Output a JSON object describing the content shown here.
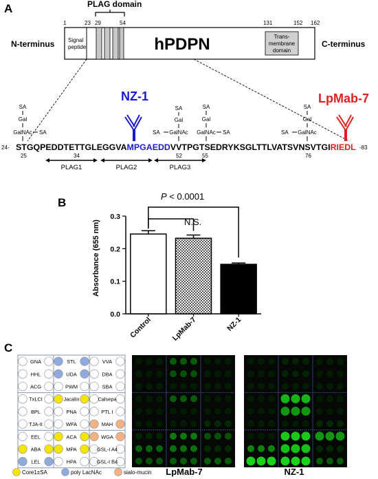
{
  "panelA": {
    "label": "A",
    "plag_domain": "PLAG domain",
    "n_terminus": "N-terminus",
    "c_terminus": "C-terminus",
    "protein": "hPDPN",
    "signal_peptide": [
      "Signal",
      "peptide"
    ],
    "tm_domain": [
      "Trans-",
      "membrane",
      "domain"
    ],
    "positions": [
      "1",
      "23",
      "29",
      "54",
      "131",
      "152",
      "162"
    ],
    "antibody_left": "NZ-1",
    "antibody_right": "LpMab-7",
    "seq_start": "24-",
    "seq_end": "-83",
    "sequence_parts": [
      {
        "text": "STGQPEDDTETTGLEGGVA",
        "color": "#000000"
      },
      {
        "text": "MPGAEDD",
        "color": "#1a1acc"
      },
      {
        "text": "VVTPGTSEDRYKSGLTTLVATSVNSVTGI",
        "color": "#000000"
      },
      {
        "text": "RIEDL",
        "color": "#e02020"
      }
    ],
    "site_numbers": [
      "25",
      "34",
      "52",
      "55",
      "76"
    ],
    "glycan_labels": {
      "sa": "SA",
      "gal": "Gal",
      "galnac": "GalNAc"
    },
    "plag_labels": [
      "PLAG1",
      "PLAG2",
      "PLAG3"
    ]
  },
  "panelB": {
    "label": "B",
    "p_value": "P < 0.0001",
    "p_italic": "P",
    "p_rest": " < 0.0001",
    "ns": "N.S.",
    "ylabel": "Absorbance (655 nm)"
  },
  "chart_data": {
    "type": "bar",
    "categories": [
      "Control",
      "LpMab-7",
      "NZ-1"
    ],
    "values": [
      0.245,
      0.232,
      0.152
    ],
    "errors": [
      0.01,
      0.01,
      0.004
    ],
    "ylabel": "Absorbance (655 nm)",
    "ylim": [
      0.0,
      0.3
    ],
    "yticks": [
      "0.0",
      "0.1",
      "0.2",
      "0.3"
    ],
    "fills": [
      "#ffffff",
      "checker",
      "#000000"
    ]
  },
  "panelC": {
    "label": "C",
    "lectins_col1": [
      "GNA",
      "HHL",
      "ACG",
      "TxLCI",
      "BPL",
      "TJA-II",
      "EEL",
      "ABA",
      "LEL"
    ],
    "lectins_col2": [
      "STL",
      "UDA",
      "PWM",
      "Jacalin",
      "PNA",
      "WFA",
      "ACA",
      "MPA",
      "HPA"
    ],
    "lectins_col3": [
      "VVA",
      "DBA",
      "SBA",
      "Calsepa",
      "PTL I",
      "MAH",
      "WGA",
      "GSL-I A4",
      "GSL-I B4"
    ],
    "legend": [
      "Core1±SA",
      "poly LacNAc",
      "sialo-mucin"
    ],
    "legend_colors": [
      "#f5e600",
      "#8faadc",
      "#f4b183"
    ],
    "array_labels": [
      "LpMab-7",
      "NZ-1"
    ]
  }
}
